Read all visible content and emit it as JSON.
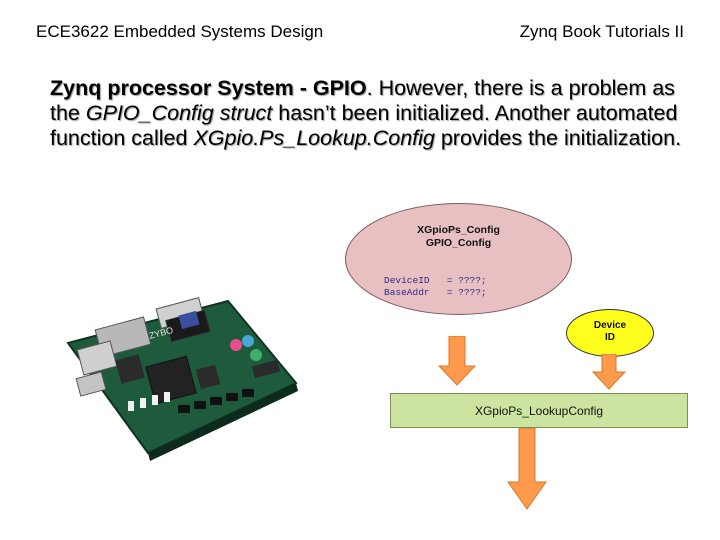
{
  "header": {
    "left": "ECE3622 Embedded Systems Design",
    "right": "Zynq Book Tutorials II"
  },
  "body": {
    "bold_lead": "Zynq processor System - GPIO",
    "t1": ". However, there is a problem as the ",
    "i1": "GPIO_Config struct",
    "t2": " hasn’t been initialized. Another automated function called ",
    "i2": "XGpio.Ps_Lookup.Config",
    "t3": " provides the initialization."
  },
  "diagram": {
    "struct_type": "XGpioPs_Config",
    "struct_name": "GPIO_Config",
    "field1": "DeviceID   = ????;",
    "field2": "BaseAddr   = ????;",
    "device_line1": "Device",
    "device_line2": "ID",
    "lookup_label": "XGpioPs_LookupConfig",
    "colors": {
      "struct_fill": "#e9c0c2",
      "device_fill": "#ffff1e",
      "lookup_fill": "#cce4a0",
      "arrow_fill": "#ff9a4d"
    }
  },
  "image": {
    "label": "ZYBO"
  }
}
